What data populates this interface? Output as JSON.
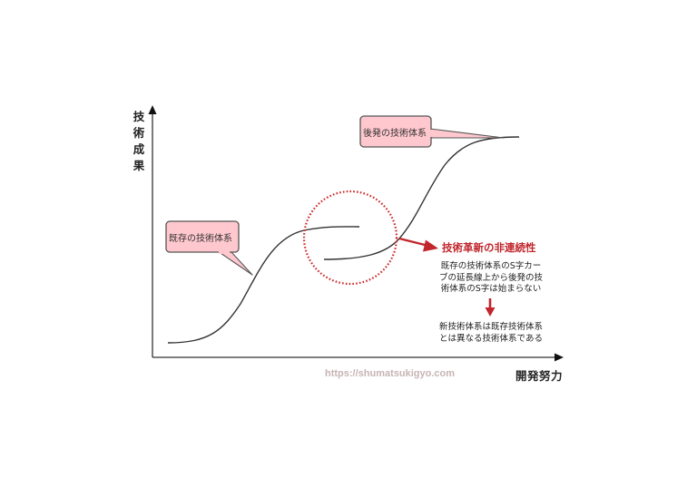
{
  "diagram": {
    "type": "s-curve-technology-discontinuity",
    "axes": {
      "y_label": [
        "技",
        "術",
        "成",
        "果"
      ],
      "x_label": "開発努力"
    },
    "curves": [
      {
        "name": "existing-technology-curve",
        "label": "既存の技術体系"
      },
      {
        "name": "new-technology-curve",
        "label": "後発の技術体系"
      }
    ],
    "callouts": {
      "existing": "既存の技術体系",
      "new": "後発の技術体系"
    },
    "highlight": {
      "title": "技術革新の非連続性",
      "note_lines": [
        "既存の技術体系のS字カー",
        "ブの延長線上から後発の技",
        "術体系のS字は始まらない"
      ],
      "conclusion_lines": [
        "新技術体系は既存技術体系",
        "とは異なる技術体系である"
      ]
    },
    "watermark": "https://shumatsukigyo.com",
    "colors": {
      "curve": "#333333",
      "axis": "#333333",
      "callout_fill": "#ffc8ce",
      "callout_border": "#555555",
      "accent_red": "#c0262c",
      "circle_dotted": "#cc2a2a"
    }
  }
}
